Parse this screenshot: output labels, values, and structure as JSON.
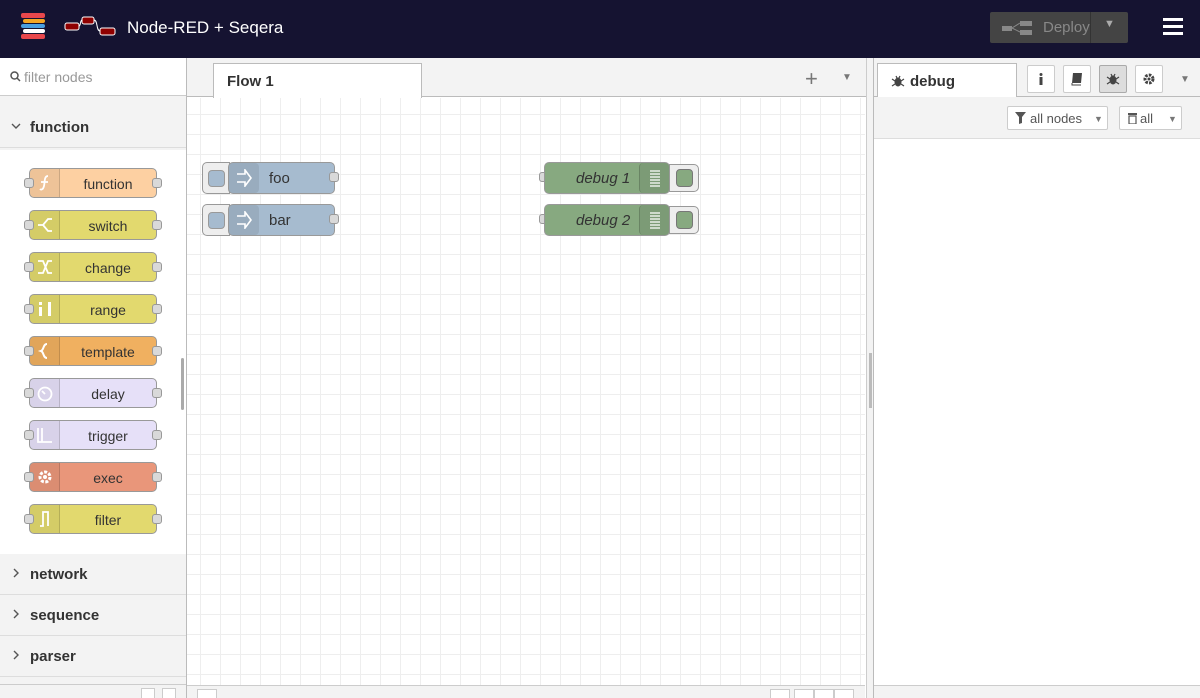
{
  "header": {
    "title": "Node-RED + Seqera",
    "deploy_label": "Deploy",
    "colors": {
      "background": "#151331",
      "deploy_bg": "#444444"
    }
  },
  "palette": {
    "search_placeholder": "filter nodes",
    "open_category": "function",
    "nodes": [
      {
        "label": "function",
        "color": "#fdd0a2",
        "icon": "function-icon"
      },
      {
        "label": "switch",
        "color": "#e2d96e",
        "icon": "switch-icon"
      },
      {
        "label": "change",
        "color": "#e2d96e",
        "icon": "change-icon"
      },
      {
        "label": "range",
        "color": "#e2d96e",
        "icon": "range-icon"
      },
      {
        "label": "template",
        "color": "#f0b060",
        "icon": "template-icon"
      },
      {
        "label": "delay",
        "color": "#e6e0f8",
        "icon": "timer-icon"
      },
      {
        "label": "trigger",
        "color": "#e6e0f8",
        "icon": "trigger-icon"
      },
      {
        "label": "exec",
        "color": "#e9967a",
        "icon": "cog-icon"
      },
      {
        "label": "filter",
        "color": "#e2d96e",
        "icon": "filter-icon"
      }
    ],
    "collapsed_categories": [
      "network",
      "sequence",
      "parser"
    ]
  },
  "workspace": {
    "tab_label": "Flow 1",
    "flow_nodes": [
      {
        "label": "foo",
        "type": "inject",
        "color": "#a6bbcf"
      },
      {
        "label": "bar",
        "type": "inject",
        "color": "#a6bbcf"
      },
      {
        "label": "debug 1",
        "type": "debug",
        "color": "#87a980"
      },
      {
        "label": "debug 2",
        "type": "debug",
        "color": "#87a980"
      }
    ]
  },
  "sidebar": {
    "active_tab": "debug",
    "filter_nodes_label": "all nodes",
    "clear_label": "all"
  }
}
